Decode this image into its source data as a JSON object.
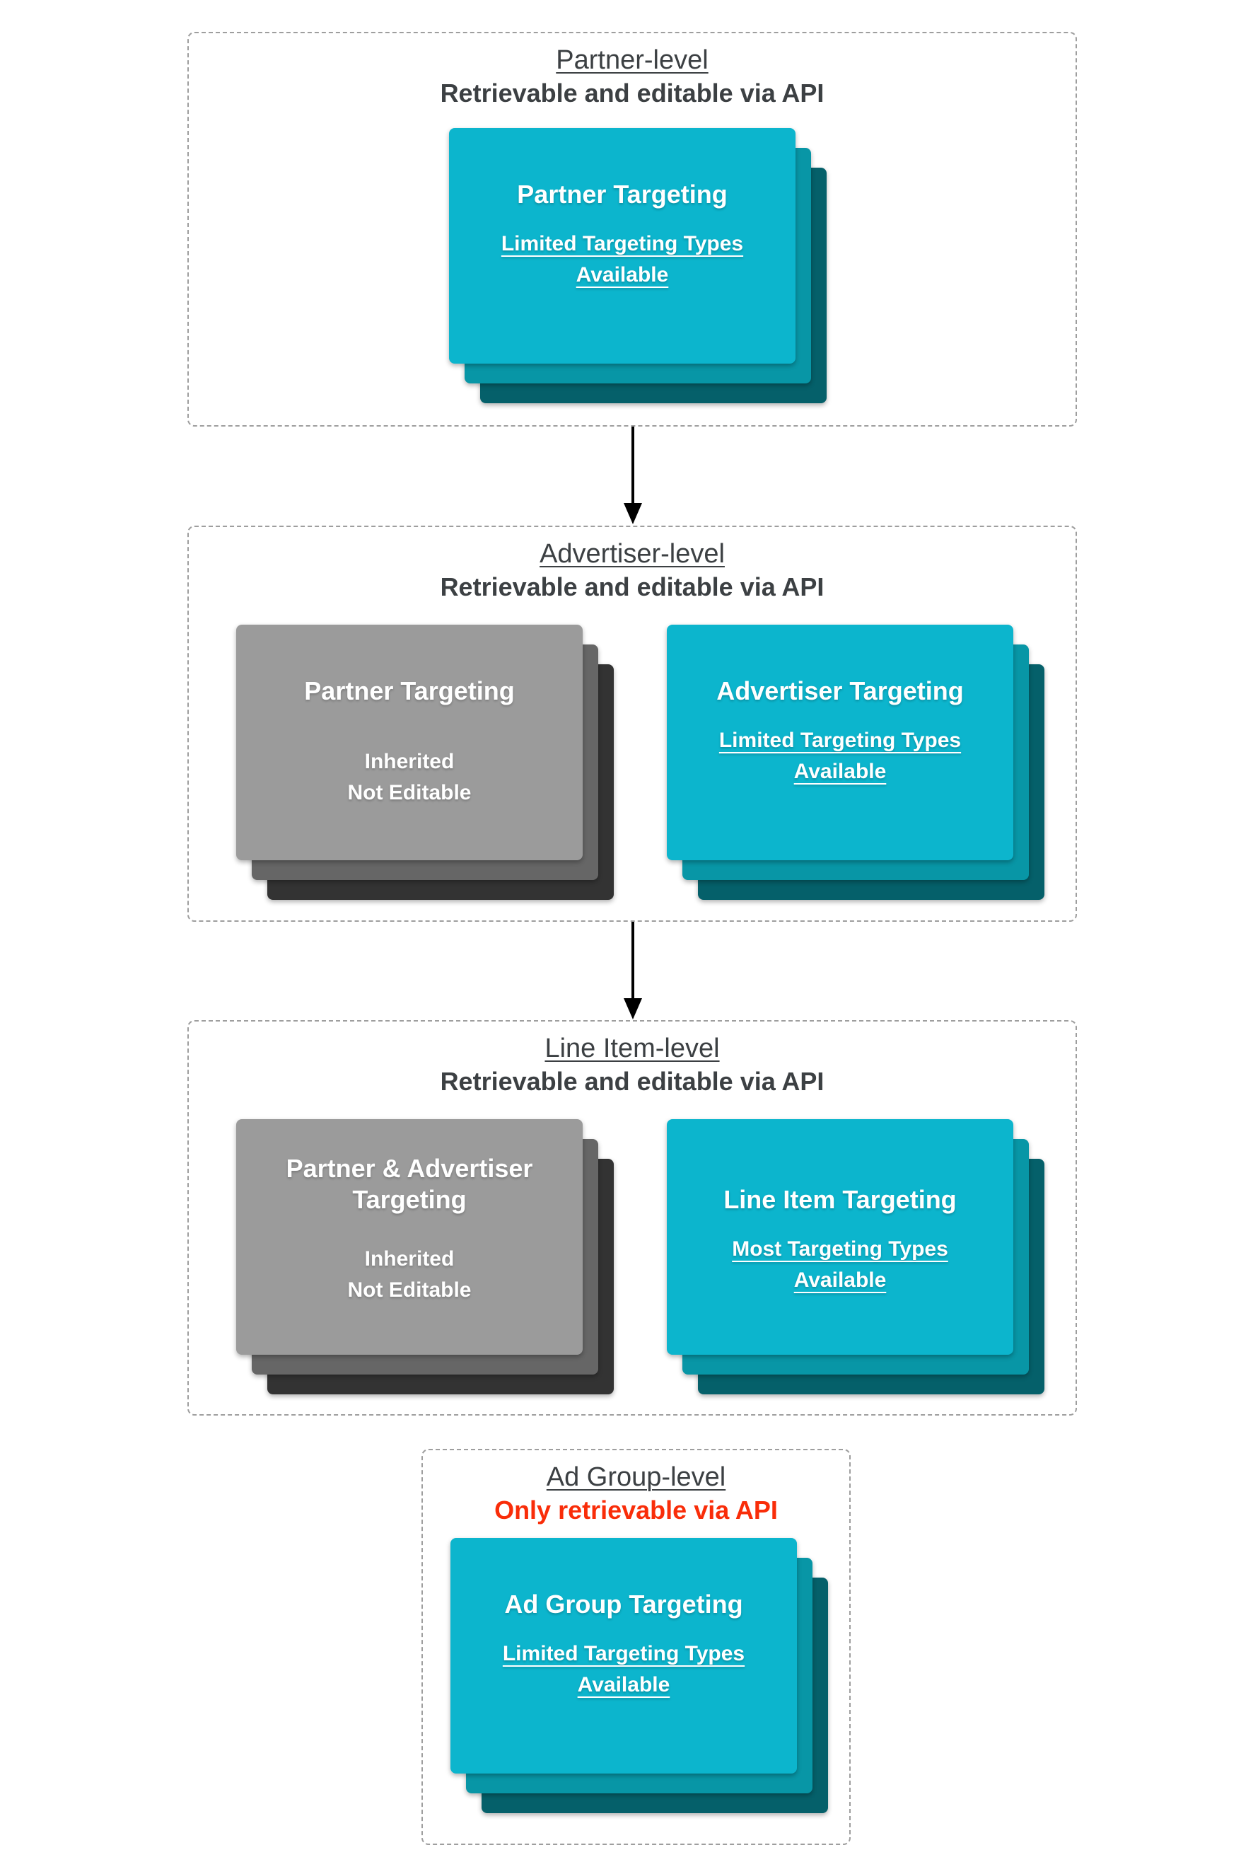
{
  "colors": {
    "cyan": "#0CB5CD",
    "cyan_mid": "#0896A6",
    "cyan_dark": "#05606A",
    "gray": "#9B9B9B",
    "gray_mid": "#666666",
    "gray_dark": "#333333",
    "title": "#3C4043",
    "red": "#F92D09",
    "border": "#9E9E9E",
    "arrow": "#000000",
    "card_text": "#FFFFFF"
  },
  "sections": [
    {
      "title": "Partner-level",
      "subtitle": "Retrievable and editable via API",
      "cards": [
        {
          "variant": "cyan",
          "heading": "Partner Targeting",
          "body_line1": "Limited Targeting Types",
          "body_line2": "Available",
          "body_underlined": true
        }
      ]
    },
    {
      "title": "Advertiser-level",
      "subtitle": "Retrievable and editable via API",
      "cards": [
        {
          "variant": "gray",
          "heading": "Partner Targeting",
          "body_line1": "Inherited",
          "body_line2": "Not Editable",
          "body_underlined": false
        },
        {
          "variant": "cyan",
          "heading": "Advertiser Targeting",
          "body_line1": "Limited Targeting Types",
          "body_line2": "Available",
          "body_underlined": true
        }
      ]
    },
    {
      "title": "Line Item-level",
      "subtitle": "Retrievable and editable via API",
      "cards": [
        {
          "variant": "gray",
          "heading": "Partner & Advertiser Targeting",
          "body_line1": "Inherited",
          "body_line2": "Not Editable",
          "body_underlined": false
        },
        {
          "variant": "cyan",
          "heading": "Line Item Targeting",
          "body_line1": "Most Targeting Types",
          "body_line2": "Available",
          "body_underlined": true
        }
      ]
    },
    {
      "title": "Ad Group-level",
      "subtitle": "Only retrievable via API",
      "cards": [
        {
          "variant": "cyan",
          "heading": "Ad Group Targeting",
          "body_line1": "Limited Targeting Types",
          "body_line2": "Available",
          "body_underlined": true
        }
      ]
    }
  ]
}
